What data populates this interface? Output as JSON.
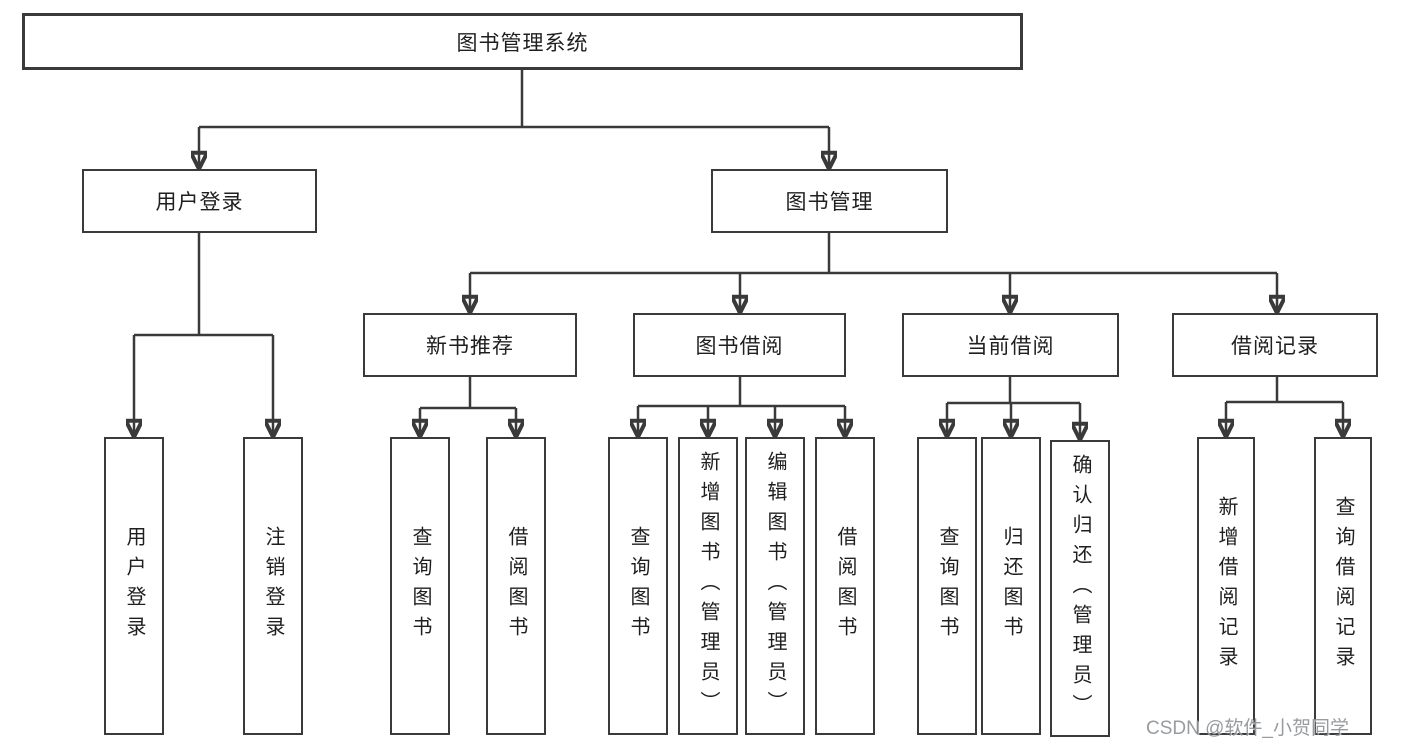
{
  "diagram": {
    "root": {
      "label": "图书管理系统"
    },
    "branches": [
      {
        "label": "用户登录",
        "children": [
          {
            "label": "用户登录"
          },
          {
            "label": "注销登录"
          }
        ]
      },
      {
        "label": "图书管理",
        "children": [
          {
            "label": "新书推荐",
            "children": [
              {
                "label": "查询图书"
              },
              {
                "label": "借阅图书"
              }
            ]
          },
          {
            "label": "图书借阅",
            "children": [
              {
                "label": "查询图书"
              },
              {
                "label": "新增图书（管理员）"
              },
              {
                "label": "编辑图书（管理员）"
              },
              {
                "label": "借阅图书"
              }
            ]
          },
          {
            "label": "当前借阅",
            "children": [
              {
                "label": "查询图书"
              },
              {
                "label": "归还图书"
              },
              {
                "label": "确认归还（管理员）"
              }
            ]
          },
          {
            "label": "借阅记录",
            "children": [
              {
                "label": "新增借阅记录"
              },
              {
                "label": "查询借阅记录"
              }
            ]
          }
        ]
      }
    ]
  },
  "colors": {
    "line": "#3a3a3a",
    "text": "#1f1f1f",
    "background": "#ffffff",
    "watermark": "#909498"
  },
  "watermark": {
    "text": "CSDN @软件_小贺同学"
  }
}
